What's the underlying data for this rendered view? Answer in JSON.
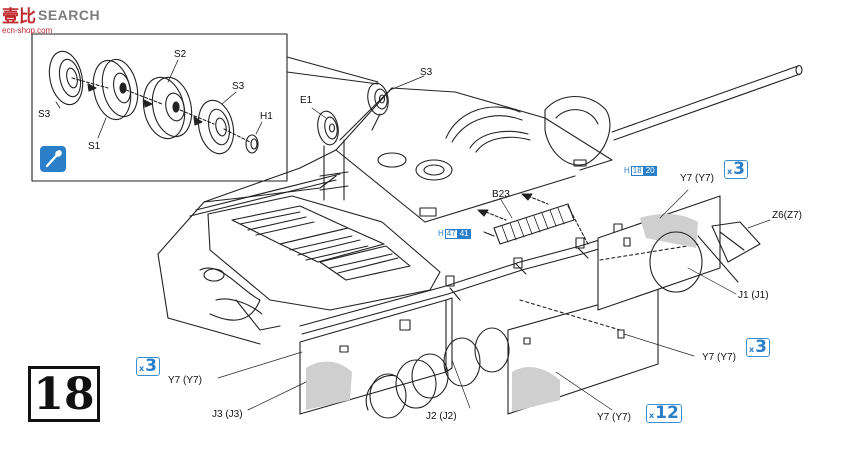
{
  "watermark": {
    "cn": "壹比",
    "en": "SEARCH",
    "url": "ecn-shop.com"
  },
  "step_number": "18",
  "inset_labels": {
    "s3_left": "S3",
    "s1": "S1",
    "s2": "S2",
    "s3_right": "S3",
    "h1": "H1"
  },
  "main_labels": {
    "s3_top": "S3",
    "e1": "E1",
    "b23": "B23",
    "y7_top": "Y7  (Y7)",
    "z6": "Z6(Z7)",
    "j1": "J1  (J1)",
    "y7_right": "Y7  (Y7)",
    "y7_left": "Y7  (Y7)",
    "j3": "J3  (J3)",
    "j2": "J2  (J2)",
    "y7_bottom": "Y7  (Y7)"
  },
  "part_refs": [
    {
      "h": "H",
      "a": "18",
      "b": "20"
    },
    {
      "h": "H",
      "a": "47",
      "b": "41"
    }
  ],
  "multipliers": [
    {
      "x": "x",
      "n": "3"
    },
    {
      "x": "x",
      "n": "3"
    },
    {
      "x": "x",
      "n": "3"
    },
    {
      "x": "x",
      "n": "12"
    }
  ],
  "icons": {
    "tool": "glue-brush-icon"
  }
}
